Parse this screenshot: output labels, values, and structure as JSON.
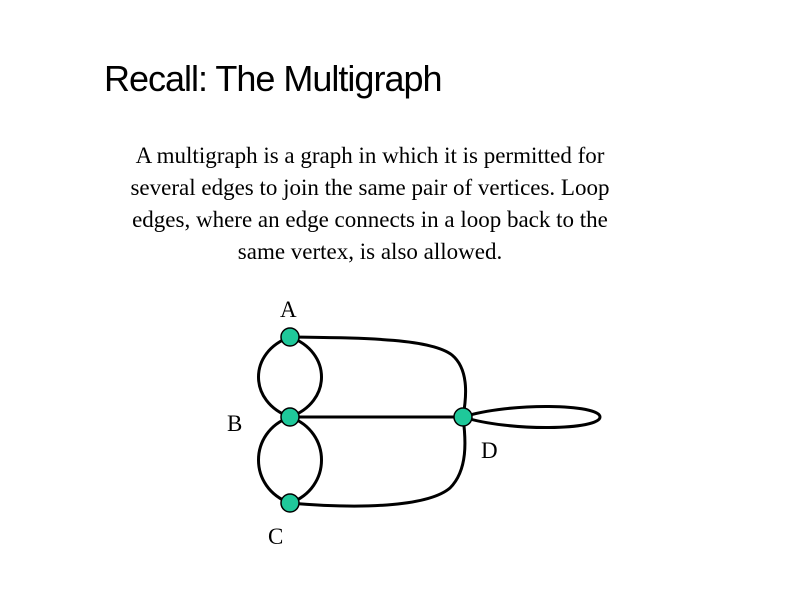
{
  "title": "Recall: The Multigraph",
  "body_lines": [
    "A multigraph is a graph in which it is permitted for",
    "several edges to join the same pair of vertices.  Loop",
    "edges, where an edge connects in a loop back to the",
    "same vertex, is also allowed."
  ],
  "graph": {
    "vertex_color": "#1fc89a",
    "vertices": [
      {
        "id": "A",
        "label": "A"
      },
      {
        "id": "B",
        "label": "B"
      },
      {
        "id": "C",
        "label": "C"
      },
      {
        "id": "D",
        "label": "D"
      }
    ],
    "edges": [
      {
        "from": "A",
        "to": "B"
      },
      {
        "from": "A",
        "to": "B"
      },
      {
        "from": "B",
        "to": "C"
      },
      {
        "from": "B",
        "to": "C"
      },
      {
        "from": "A",
        "to": "D"
      },
      {
        "from": "B",
        "to": "D"
      },
      {
        "from": "C",
        "to": "D"
      },
      {
        "from": "D",
        "to": "D"
      }
    ]
  }
}
